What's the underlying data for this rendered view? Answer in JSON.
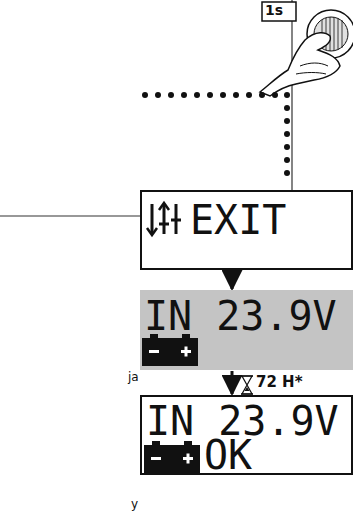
{
  "diagram": {
    "nodes": [
      {
        "text": [
          "EXIT"
        ]
      },
      {
        "text": [
          "IN 23.9V"
        ]
      },
      {
        "text": [
          "IN 23.9V",
          "OK"
        ]
      }
    ],
    "edges": [
      {
        "from": 0,
        "to": 1,
        "arrow": "to"
      },
      {
        "from": 1,
        "to": 2,
        "arrow": "to",
        "label": "72 H*"
      }
    ],
    "labels": [
      "1s",
      "ja",
      "y"
    ]
  }
}
